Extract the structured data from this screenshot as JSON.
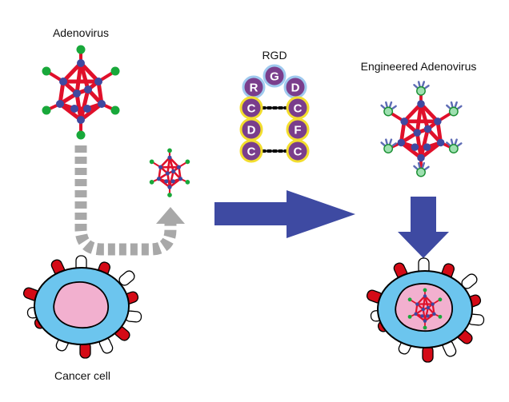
{
  "labels": {
    "adenovirus": "Adenovirus",
    "rgd": "RGD",
    "engineered": "Engineered Adenovirus",
    "cancer_cell": "Cancer cell"
  },
  "peptide": {
    "top": [
      "R",
      "G",
      "D"
    ],
    "left_column": [
      "C",
      "D",
      "C"
    ],
    "right_column": [
      "C",
      "F",
      "C"
    ]
  },
  "colors": {
    "capsid_edge": "#e0102a",
    "vertex": "#3f49a0",
    "tip": "#18a83a",
    "bead": "#7a3e8c",
    "bead_ring_top": "#9fc9ee",
    "bead_ring_side": "#f3de2e",
    "arrow_gray": "#a8a8a8",
    "arrow_blue": "#3e4aa2",
    "cell_body": "#6cc5ee",
    "nucleus": "#f2b0cf",
    "receptor": "#d40a16"
  }
}
